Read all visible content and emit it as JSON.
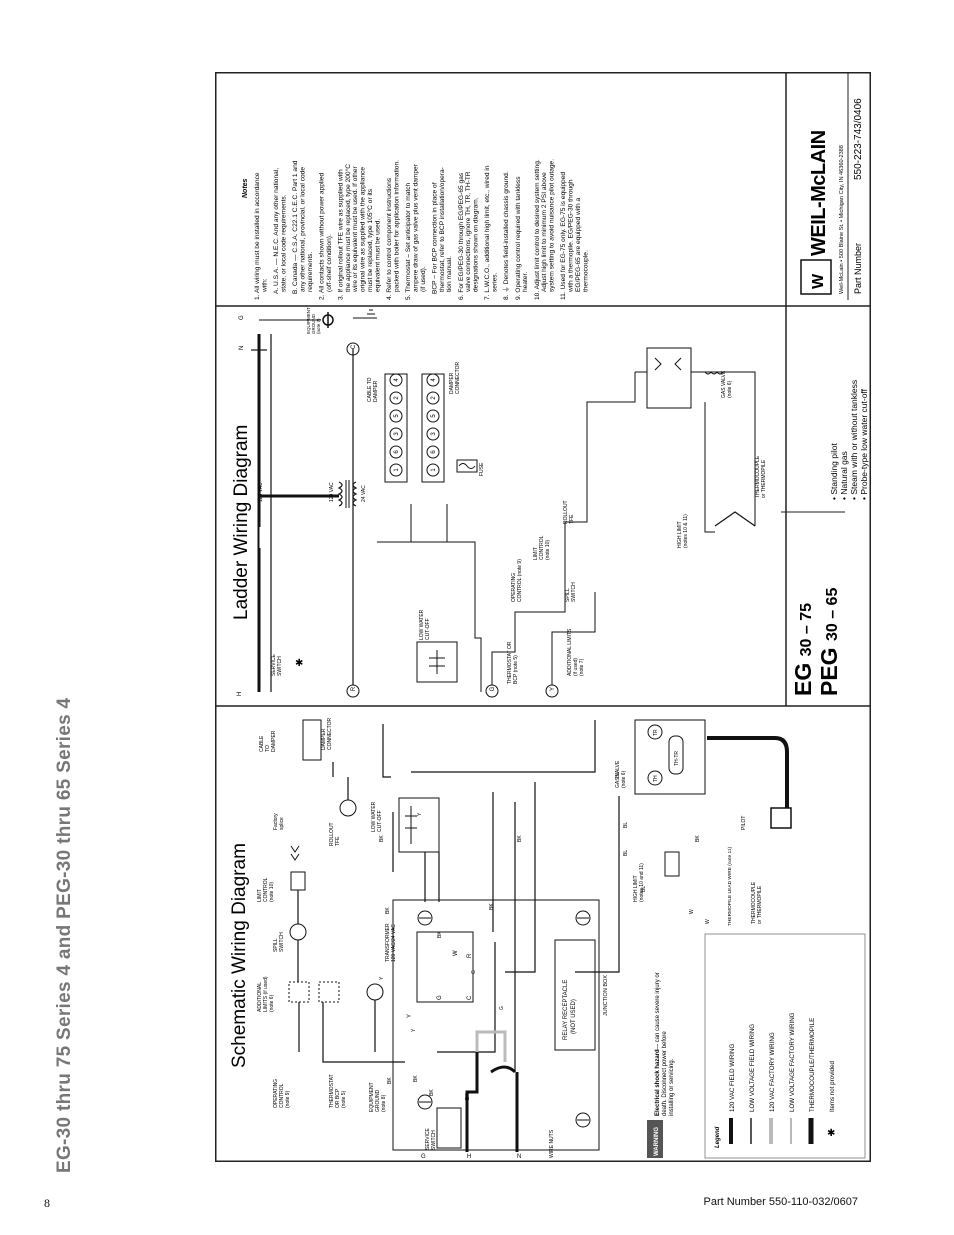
{
  "page": {
    "title": "EG-30 thru 75 Series 4 and PEG-30 thru 65 Series 4",
    "page_number": "8",
    "footer_part_number": "Part Number 550-110-032/0607"
  },
  "schematic": {
    "title": "Schematic Wiring Diagram",
    "labels": {
      "operating_control": [
        "OPERATING",
        "CONTROL",
        "(note 9)"
      ],
      "thermostat": [
        "THERMOSTAT",
        "OR BCP",
        "(note 5)"
      ],
      "equipment_ground": [
        "EQUIPMENT",
        "GROUND",
        "(note 8)"
      ],
      "service_switch": [
        "SERVICE",
        "SWITCH"
      ],
      "wire_nuts": "WIRE NUTS",
      "additional_limits": [
        "ADDITIONAL",
        "LIMITS (if used)",
        "(note 6)"
      ],
      "spill_switch": [
        "SPILL",
        "SWITCH"
      ],
      "limit_control": [
        "LIMIT",
        "CONTROL",
        "(note 10)"
      ],
      "factory_splice": [
        "Factory",
        "splice"
      ],
      "rollout_tfe": [
        "ROLLOUT",
        "TFE"
      ],
      "cable_to_damper": [
        "CABLE",
        "TO",
        "DAMPER"
      ],
      "damper_connector": [
        "DAMPER",
        "CONNECTOR"
      ],
      "transformer": [
        "TRANSFORMER",
        "120 VAC/24 VAC"
      ],
      "low_water_cutoff": [
        "LOW WATER",
        "CUT-OFF"
      ],
      "relay_receptacle": [
        "RELAY RECEPTACLE",
        "(NOT USED)"
      ],
      "junction_box": "JUNCTION BOX",
      "factory_splice_2": "Factory splice",
      "high_limit": [
        "HIGH LIMIT",
        "(notes 10 and 11)"
      ],
      "gas_valve": [
        "GAS VALVE",
        "(note 6)"
      ],
      "thermocouple_lead": "THERMOPILE LEAD WIRE (note 11)",
      "pilot": "PILOT",
      "thermocouple": [
        "THERMOCOUPLE",
        "or THERMOPILE"
      ],
      "th": "TH",
      "tr": "TR",
      "th_tr": "TH-TR",
      "terminal_w": "W",
      "terminal_r": "R",
      "terminal_c": "C",
      "terminal_g": "G",
      "terminal_y": "Y",
      "h": "H",
      "n": "N",
      "g": "G"
    },
    "wire_colors": [
      "BK",
      "BK",
      "BK",
      "BK",
      "BK",
      "BK",
      "BK",
      "Y",
      "Y",
      "Y",
      "BL",
      "BL",
      "BL",
      "BK",
      "G",
      "G",
      "W",
      "W",
      "BK",
      "BL",
      "BK"
    ]
  },
  "warning": {
    "badge": "WARNING",
    "bold": "Electrical shock hazard",
    "text": " — can cause severe injury or death. Disconnect power before installing or servicing."
  },
  "legend": {
    "title": "Legend",
    "items": [
      "120 VAC FIELD WIRING",
      "LOW VOLTAGE FIELD WIRING",
      "120 VAC FACTORY WIRING",
      "LOW VOLTAGE FACTORY WIRING",
      "THERMOCOUPLE/THERMOPILE",
      "Items not provided"
    ]
  },
  "ladder": {
    "title": "Ladder Wiring Diagram",
    "labels": {
      "h": "H",
      "n": "N",
      "g": "G",
      "service_switch": [
        "SERVICE",
        "SWITCH"
      ],
      "vac120": "120 VAC",
      "vac120_t": "120 VAC",
      "vac24": "24 VAC",
      "cable_to_damper": [
        "CABLE TO",
        "DAMPER"
      ],
      "equipment_ground": [
        "EQUIPMENT",
        "GROUND",
        "(note 7)"
      ],
      "r": "R",
      "c": "C",
      "g_term": "G",
      "y_term": "Y",
      "low_water": [
        "LOW WATER",
        "CUT-OFF"
      ],
      "thermostat": [
        "THERMOSTAT OR",
        "BCP (note 5)"
      ],
      "operating_control": [
        "OPERATING",
        "CONTROL (note 9)"
      ],
      "additional_limits": [
        "ADDITIONAL LIMITS",
        "(if used)",
        "(note 7)"
      ],
      "spill_switch": [
        "SPILL",
        "SWITCH"
      ],
      "limit_control": [
        "LIMIT",
        "CONTROL",
        "(note 10)"
      ],
      "fuse": "FUSE",
      "rollout": [
        "ROLLOUT",
        "TFE"
      ],
      "damper_connector": [
        "DAMPER",
        "CONNECTOR"
      ],
      "high_limit": [
        "HIGH LIMIT",
        "(notes 10 & 11)"
      ],
      "thermocouple": [
        "THERMOCOUPLE",
        "or THERMOPILE"
      ],
      "gas_valve": [
        "GAS VALVE",
        "(note 6)"
      ]
    },
    "pins_top": [
      "1",
      "6",
      "3",
      "5",
      "2",
      "4"
    ],
    "pins_bottom": [
      "1",
      "6",
      "3",
      "5",
      "2",
      "4"
    ]
  },
  "model": {
    "eg_prefix": "EG",
    "eg_range": "30 – 75",
    "peg_prefix": "PEG",
    "peg_range": "30 – 65",
    "features": [
      "Standing pilot",
      "Natural gas",
      "Steam with or without tankless",
      "Probe-type low water cut-off"
    ]
  },
  "notes": {
    "title": "Notes",
    "items": [
      [
        "1. All wiring must be installed in accordance",
        "with:"
      ],
      [
        "A. U.S.A. — N.E.C. And any other national,",
        "state, or local code requirements."
      ],
      [
        "B. Canada — C.S.A. C22.1 C.E.C. Part 1 and",
        "any other national, provincial, or local code",
        "requirements."
      ],
      [
        "2. All contacts shown without power applied",
        "(off-shelf condition)."
      ],
      [
        "3. If original rollout TFE wire as supplied with",
        "the appliance must be replaced, type 200°C",
        "wire or its equivalent must be used. If other",
        "original wire as supplied with the appliance",
        "must be replaced, type 105°C or its",
        "equivalent must be used."
      ],
      [
        "4. Refer to control component instructions",
        "packed with boiler for application information."
      ],
      [
        "5. Thermostat – Set anticipator to match",
        "ampere draw of gas valve plus vent damper",
        "(if used)."
      ],
      [
        "BCP – For BCP connection in place of",
        "thermostat, refer to BCP installation/opera-",
        "tion manual."
      ],
      [
        "6. For EG/PEG-30 through EG/PEG-65 gas",
        "valve connections, ignore TH, TR, TH-TR",
        "designations shown on diagram."
      ],
      [
        "7. L.W.C.O., additional high limit, etc., wired in",
        "series."
      ],
      [
        "8. ⏚ Denotes field-installed chassis ground."
      ],
      [
        "9. Operating control required with tankless",
        "heater."
      ],
      [
        "10. Adjust limit control to desired system setting.",
        "Adjust high limit to minimum 2 PSI above",
        "system setting to avoid nuisance pilot outage."
      ],
      [
        "11. Used for EG-75 only. EG-75 is equipped",
        "with a thermopile. EG/PEG-30 through",
        "EG/PEG-65 are equipped with a",
        "thermocouple."
      ]
    ]
  },
  "brand": {
    "logo_text": "WEIL-McLAIN",
    "address": "Weil-McLain • 500 Blaine St. • Michigan City, IN 46360-2388",
    "part_label": "Part Number",
    "part_number": "550-223-743/0406"
  }
}
